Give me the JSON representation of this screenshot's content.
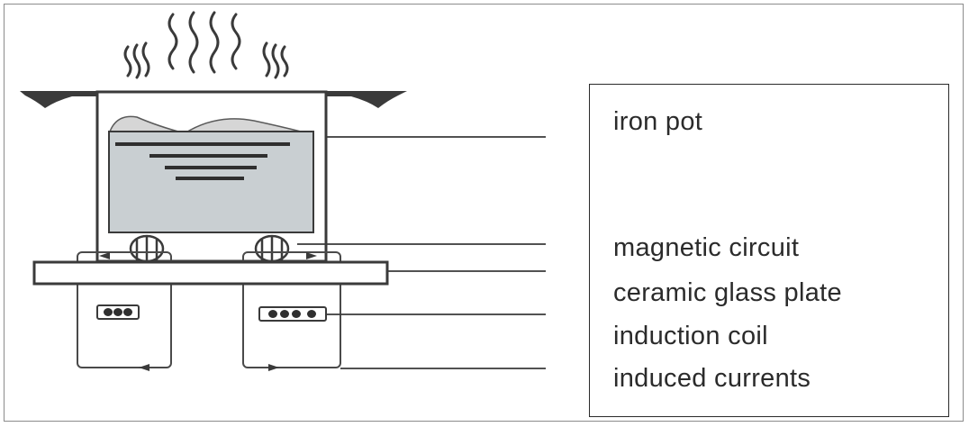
{
  "labels": {
    "iron_pot": "iron pot",
    "magnetic_circuit": "magnetic circuit",
    "ceramic_glass_plate": "ceramic glass plate",
    "induction_coil": "induction coil",
    "induced_currents": "induced currents"
  },
  "colors": {
    "line": "#3a3a3a",
    "food_fill": "#c9cfd2",
    "food_top": "#d6d6d6",
    "text": "#2b2b2b"
  }
}
